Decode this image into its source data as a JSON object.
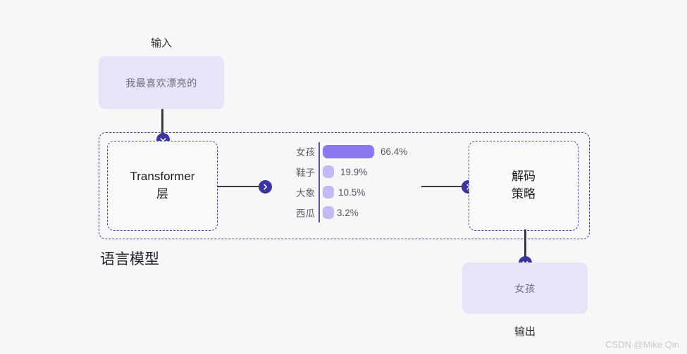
{
  "diagram": {
    "input": {
      "caption": "输入",
      "text": "我最喜欢漂亮的"
    },
    "output": {
      "caption": "输出",
      "text": "女孩"
    },
    "model": {
      "label": "语言模型",
      "transformer_label": "Transformer\n层",
      "transformer_line1": "Transformer",
      "transformer_line2": "层",
      "decoder_line1": "解码",
      "decoder_line2": "策略"
    },
    "connectors": {
      "input_to_model": "chevron-down",
      "transformer_to_chart": "chevron-right",
      "chart_to_decoder": "chevron-right",
      "decoder_to_output": "chevron-down"
    }
  },
  "chart_data": {
    "type": "bar",
    "orientation": "horizontal",
    "title": "",
    "xlabel": "",
    "ylabel": "",
    "categories": [
      "女孩",
      "鞋子",
      "大象",
      "西瓜"
    ],
    "values": [
      66.4,
      19.9,
      10.5,
      3.2
    ],
    "value_labels": [
      "66.4%",
      "19.9%",
      "10.5%",
      "3.2%"
    ],
    "bar_pixel_widths": [
      73,
      16,
      16,
      16
    ],
    "colors": [
      "#8a79ef",
      "#c3b9f4",
      "#c3b9f4",
      "#c3b9f4"
    ],
    "grid": false,
    "legend": false
  },
  "watermark": "CSDN @Mike Qin",
  "palette": {
    "page_bg": "#f7f7f8",
    "io_box_bg": "#e6e4f6",
    "dashed_border": "#3b34a0",
    "badge": "#3b34a0",
    "connector": "#3a3a40",
    "bar_primary": "#8a79ef",
    "bar_secondary": "#c3b9f4"
  }
}
